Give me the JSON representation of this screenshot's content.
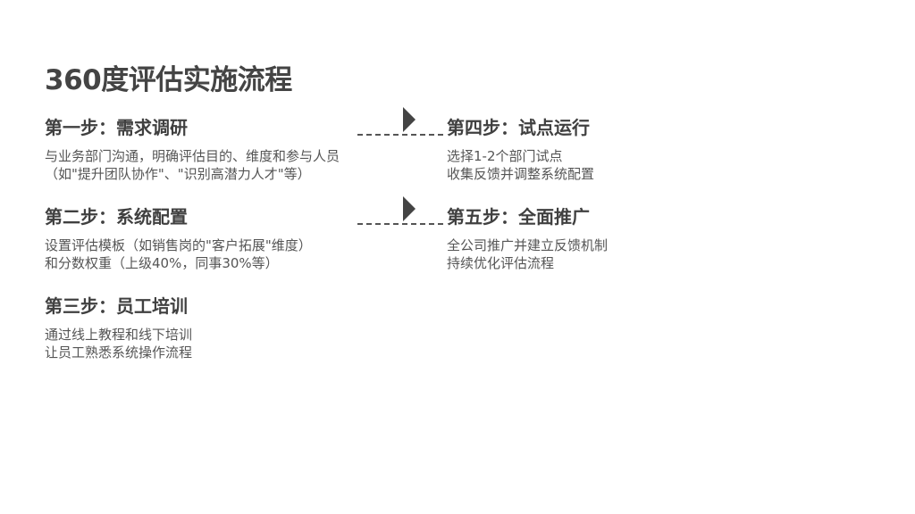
{
  "title": "360度评估实施流程",
  "steps": [
    {
      "heading": "第一步：需求调研",
      "lines": [
        "与业务部门沟通，明确评估目的、维度和参与人员",
        "（如\"提升团队协作\"、\"识别高潜力人才\"等）"
      ]
    },
    {
      "heading": "第二步：系统配置",
      "lines": [
        "设置评估模板（如销售岗的\"客户拓展\"维度）",
        "和分数权重（上级40%，同事30%等）"
      ]
    },
    {
      "heading": "第三步：员工培训",
      "lines": [
        "通过线上教程和线下培训",
        "让员工熟悉系统操作流程"
      ]
    },
    {
      "heading": "第四步：试点运行",
      "lines": [
        "选择1-2个部门试点",
        "收集反馈并调整系统配置"
      ]
    },
    {
      "heading": "第五步：全面推广",
      "lines": [
        "全公司推广并建立反馈机制",
        "持续优化评估流程"
      ]
    }
  ]
}
